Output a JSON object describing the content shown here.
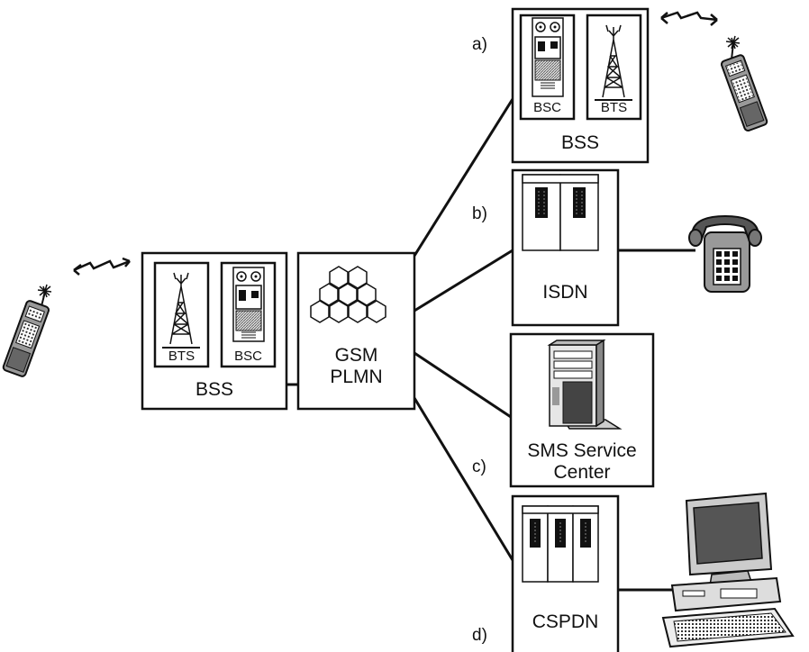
{
  "diagram": {
    "left_bss": {
      "label": "BSS",
      "bts_label": "BTS",
      "bsc_label": "BSC"
    },
    "core": {
      "line1": "GSM",
      "line2": "PLMN"
    },
    "branch_a": {
      "letter": "a)",
      "label": "BSS",
      "bsc_label": "BSC",
      "bts_label": "BTS"
    },
    "branch_b": {
      "letter": "b)",
      "label": "ISDN"
    },
    "branch_c": {
      "letter": "c)",
      "line1": "SMS Service",
      "line2": "Center"
    },
    "branch_d": {
      "letter": "d)",
      "label": "CSPDN"
    }
  }
}
